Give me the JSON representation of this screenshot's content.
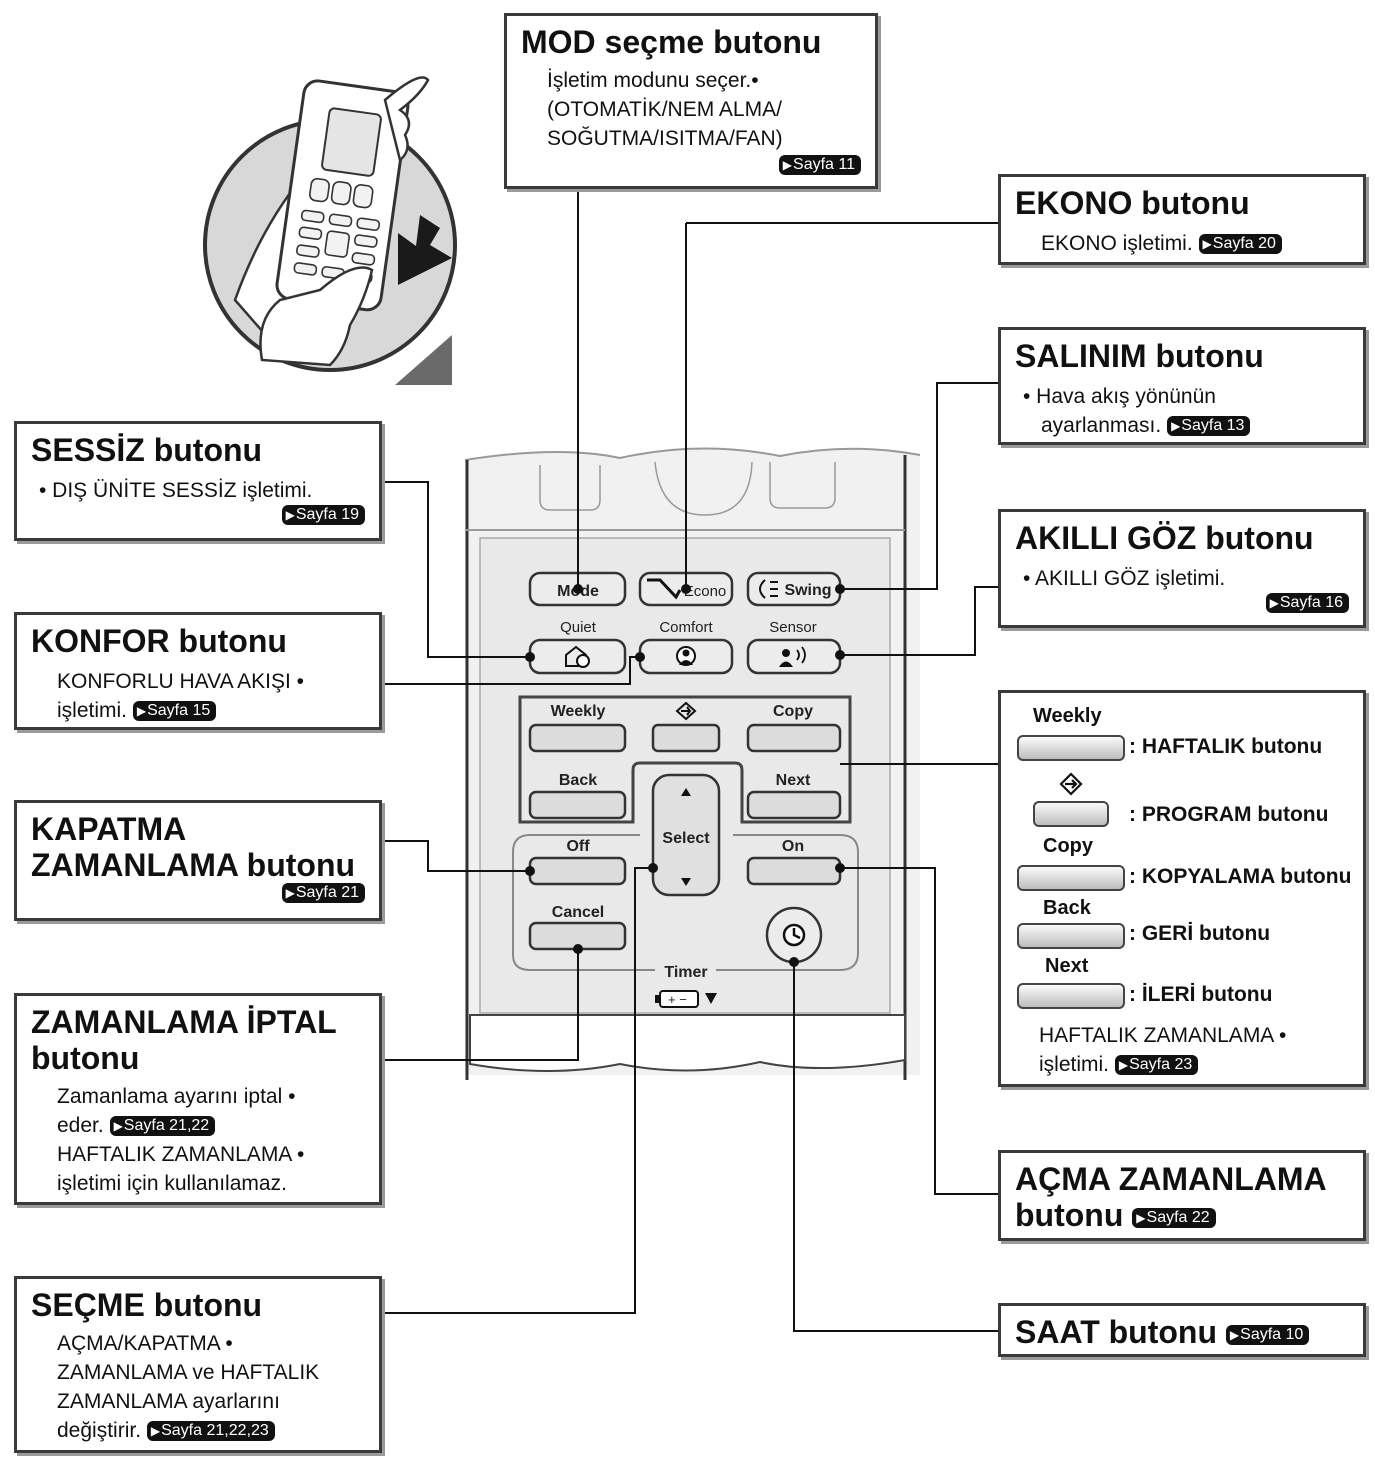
{
  "mode": {
    "title": "MOD seçme butonu",
    "line1": "İşletim modunu seçer.•",
    "line2": "(OTOMATİK/NEM ALMA/",
    "line3": "SOĞUTMA/ISITMA/FAN)",
    "ref": "Sayfa 11"
  },
  "econo": {
    "title": "EKONO butonu",
    "line1": "EKONO işletimi.",
    "ref": "Sayfa 20"
  },
  "swing": {
    "title": "SALINIM butonu",
    "line1": "• Hava akış yönünün",
    "line2": "ayarlanması.",
    "ref": "Sayfa 13"
  },
  "sensor": {
    "title": "AKILLI GÖZ butonu",
    "line1": "• AKILLI GÖZ işletimi.",
    "ref": "Sayfa 16"
  },
  "quiet": {
    "title": "SESSİZ butonu",
    "line1": "• DIŞ ÜNİTE SESSİZ işletimi.",
    "ref": "Sayfa 19"
  },
  "comfort": {
    "title": "KONFOR butonu",
    "line1": "KONFORLU HAVA AKIŞI •",
    "line2": "işletimi.",
    "ref": "Sayfa 15"
  },
  "off_timer": {
    "title1": "KAPATMA",
    "title2": "ZAMANLAMA butonu",
    "ref": "Sayfa 21"
  },
  "cancel": {
    "title1": "ZAMANLAMA İPTAL",
    "title2": "butonu",
    "line1": "Zamanlama ayarını iptal •",
    "line2": "eder.",
    "ref": "Sayfa 21,22",
    "line3": "HAFTALIK ZAMANLAMA •",
    "line4": "işletimi için kullanılamaz."
  },
  "select": {
    "title": "SEÇME butonu",
    "line1": "AÇMA/KAPATMA •",
    "line2": "ZAMANLAMA ve HAFTALIK",
    "line3": "ZAMANLAMA ayarlarını",
    "line4": "değiştirir.",
    "ref": "Sayfa 21,22,23"
  },
  "weekly": {
    "weekly_label": "Weekly",
    "weekly_desc": ": HAFTALIK butonu",
    "program_icon": "program-icon",
    "program_desc": ": PROGRAM butonu",
    "copy_label": "Copy",
    "copy_desc": ": KOPYALAMA butonu",
    "back_label": "Back",
    "back_desc": ": GERİ butonu",
    "next_label": "Next",
    "next_desc": ": İLERİ butonu",
    "line1": "HAFTALIK ZAMANLAMA •",
    "line2": "işletimi.",
    "ref": "Sayfa 23"
  },
  "on_timer": {
    "title1": "AÇMA ZAMANLAMA",
    "title2": "butonu",
    "ref": "Sayfa 22"
  },
  "clock": {
    "title": "SAAT butonu",
    "ref": "Sayfa 10"
  },
  "remote": {
    "mode": "Mode",
    "econo": "Econo",
    "swing": "Swing",
    "quiet": "Quiet",
    "comfort": "Comfort",
    "sensor": "Sensor",
    "weekly": "Weekly",
    "copy": "Copy",
    "back": "Back",
    "next": "Next",
    "select": "Select",
    "off": "Off",
    "on": "On",
    "cancel": "Cancel",
    "timer": "Timer"
  }
}
